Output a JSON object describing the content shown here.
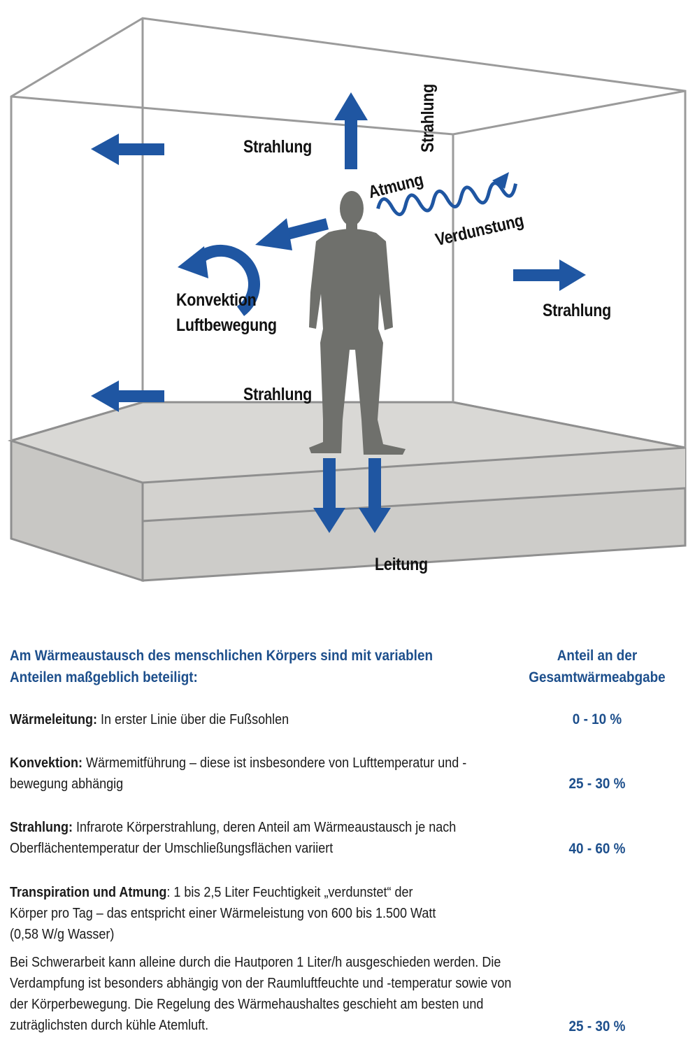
{
  "diagram": {
    "labels": {
      "strahlung_top": "Strahlung",
      "strahlung_rotated": "Strahlung",
      "atmung": "Atmung",
      "verdunstung": "Verdunstung",
      "konvektion": "Konvektion",
      "luftbewegung": "Luftbewegung",
      "strahlung_right": "Strahlung",
      "strahlung_bottom": "Strahlung",
      "leitung": "Leitung"
    },
    "colors": {
      "arrow": "#1f56a2",
      "figure": "#6f706c",
      "floor": "#d3d2cf",
      "edges": "#9e9e9e"
    }
  },
  "table": {
    "header_left": "Am Wärmeaustausch des menschlichen Körpers sind mit variablen Anteilen maßgeblich beteiligt:",
    "header_right": "Anteil an der Gesamtwärmeabgabe",
    "rows": [
      {
        "term": "Wärmeleitung:",
        "text": " In erster Linie über die Fußsohlen",
        "value": "0 - 10 %"
      },
      {
        "term": "Konvektion:",
        "text": " Wärmemitführung – diese ist insbesondere von Lufttemperatur und -bewegung abhängig",
        "value": "25 - 30 %"
      },
      {
        "term": "Strahlung:",
        "text": " Infrarote Körperstrahlung, deren Anteil am Wärmeaustausch je nach Oberflächentemperatur der Umschließungsflächen variiert",
        "value": "40 - 60 %"
      },
      {
        "term": "Transpiration und Atmung",
        "text": ": 1 bis 2,5 Liter Feuchtigkeit „verdunstet“ der Körper pro Tag – das entspricht einer Wärmeleistung von 600 bis 1.500 Watt (0,58 W/g Wasser)",
        "text2": "Bei Schwerarbeit kann alleine durch die Hautporen 1 Liter/h ausgeschieden werden. Die Verdampfung ist besonders abhängig von der Raumluftfeuchte und -temperatur sowie von der Körperbewegung. Die Regelung des Wärmehaushaltes geschieht am besten und zuträglichsten durch kühle Atemluft.",
        "value": "25 - 30 %"
      }
    ]
  }
}
